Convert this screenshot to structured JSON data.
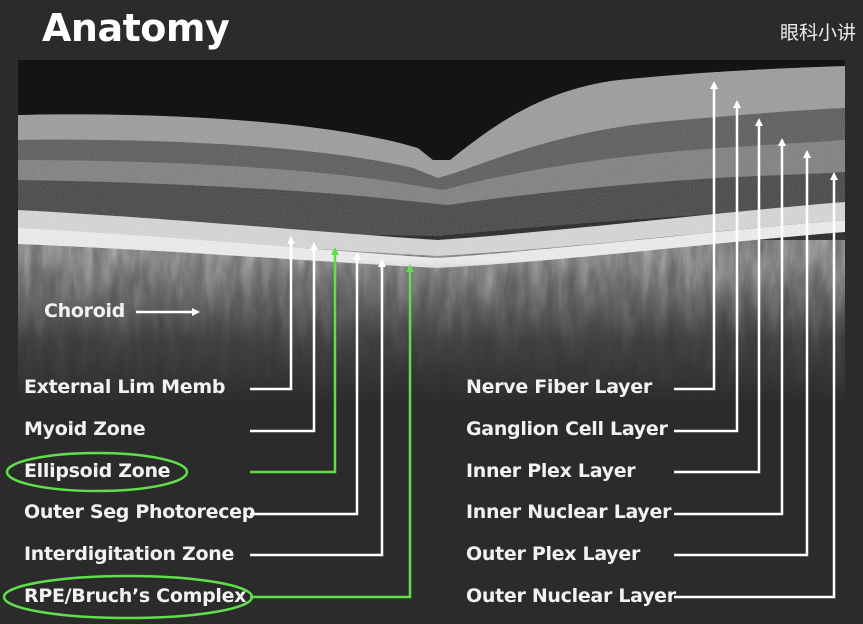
{
  "title": "Anatomy",
  "watermark": "眼科小讲",
  "choroid_label": "Choroid",
  "left_labels": [
    {
      "text": "External Lim Memb",
      "highlight": false
    },
    {
      "text": "Myoid Zone",
      "highlight": false
    },
    {
      "text": "Ellipsoid Zone",
      "highlight": true
    },
    {
      "text": "Outer Seg Photorecep",
      "highlight": false
    },
    {
      "text": "Interdigitation Zone",
      "highlight": false
    },
    {
      "text": "RPE/Bruch’s Complex",
      "highlight": true
    }
  ],
  "right_labels": [
    {
      "text": "Nerve Fiber Layer"
    },
    {
      "text": "Ganglion Cell Layer"
    },
    {
      "text": "Inner Plex Layer"
    },
    {
      "text": "Inner Nuclear Layer"
    },
    {
      "text": "Outer Plex Layer"
    },
    {
      "text": "Outer Nuclear Layer"
    }
  ],
  "colors": {
    "arrow": "#ffffff",
    "highlight": "#5fe04a",
    "background": "#2b2b2b"
  }
}
